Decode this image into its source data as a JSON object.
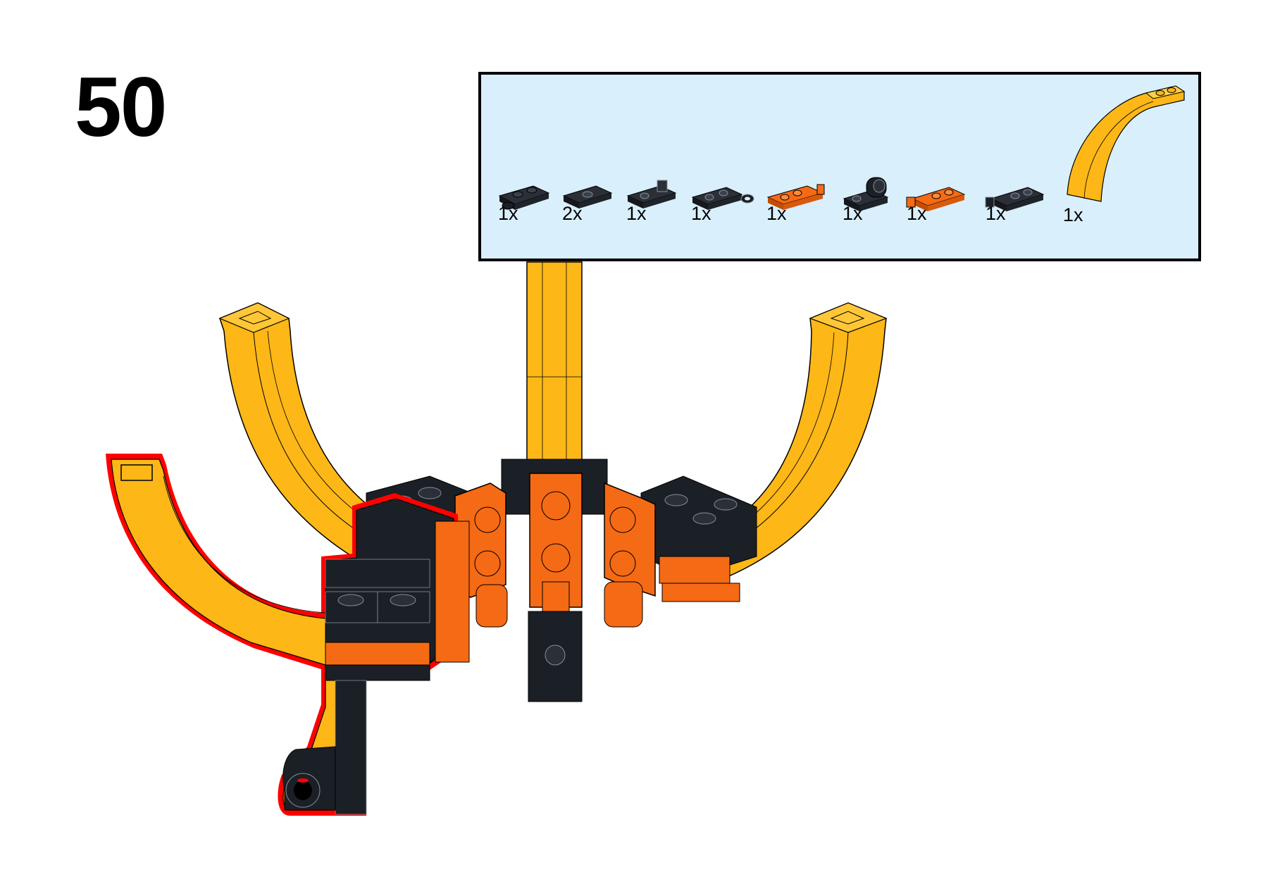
{
  "step": {
    "number": "50"
  },
  "parts_list": {
    "items": [
      {
        "qty": "1x",
        "icon": "black-plate-with-round-end-icon",
        "color": "#1b1f26"
      },
      {
        "qty": "2x",
        "icon": "black-jumper-plate-icon",
        "color": "#1b1f26"
      },
      {
        "qty": "1x",
        "icon": "black-plate-with-clip-icon",
        "color": "#1b1f26"
      },
      {
        "qty": "1x",
        "icon": "black-plate-with-ring-icon",
        "color": "#1b1f26"
      },
      {
        "qty": "1x",
        "icon": "orange-hinge-plate-icon",
        "color": "#f56a14"
      },
      {
        "qty": "1x",
        "icon": "black-plate-with-pin-hole-icon",
        "color": "#1b1f26"
      },
      {
        "qty": "1x",
        "icon": "orange-hinge-plate-fingers-icon",
        "color": "#f56a14"
      },
      {
        "qty": "1x",
        "icon": "black-hinge-plate-fingers-icon",
        "color": "#1b1f26"
      },
      {
        "qty": "1x",
        "icon": "yellow-curved-slope-icon",
        "color": "#fdb717"
      }
    ]
  },
  "colors": {
    "yellow": "#fdb717",
    "orange": "#f56a14",
    "black": "#1b1f26",
    "highlight": "#ff0000",
    "panel": "#d9effc"
  }
}
